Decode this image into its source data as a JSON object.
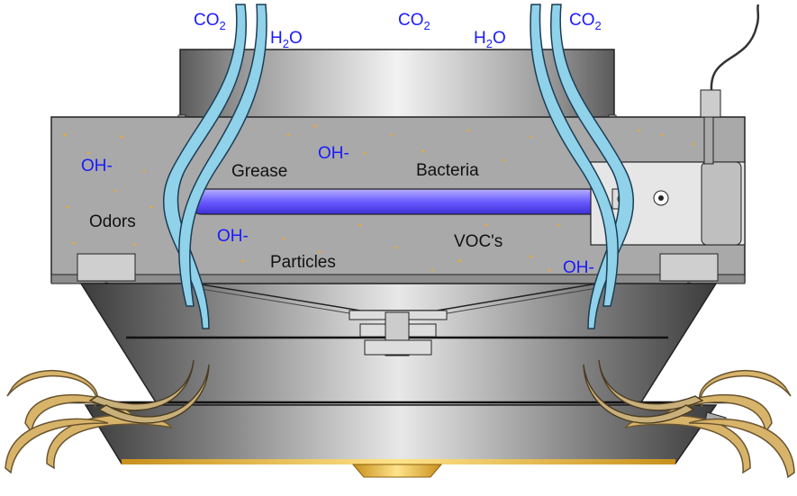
{
  "diagram": {
    "gas_labels": {
      "co2": "CO",
      "co2_sub": "2",
      "h2o_h": "H",
      "h2o_sub": "2",
      "h2o_o": "O"
    },
    "radical_label": "OH-",
    "contaminants": {
      "grease": "Grease",
      "bacteria": "Bacteria",
      "odors": "Odors",
      "particles": "Particles",
      "vocs": "VOC's"
    }
  },
  "colors": {
    "uv_lamp": "#6a5cff",
    "chem_text": "#1a1aff",
    "exhaust_stream": "#4aa8d0",
    "intake_stream": "#e0b84a",
    "speckle": "#e8a93a"
  }
}
